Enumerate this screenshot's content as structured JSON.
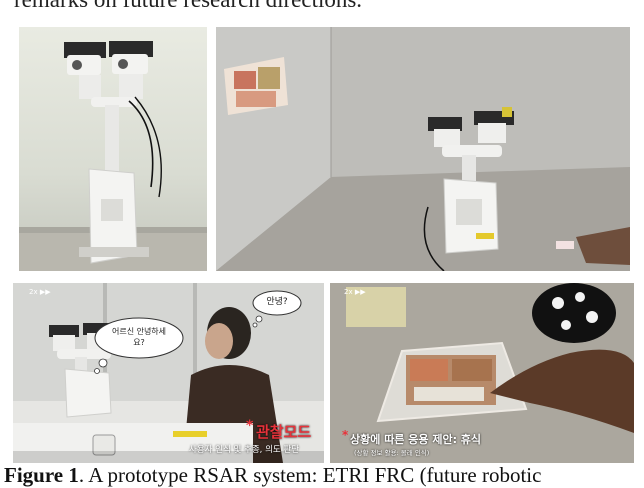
{
  "top_text": "remarks on future research directions.",
  "photos": {
    "bottom_left": {
      "playback_indicator": "2x ▶▶",
      "bubble_left": "어르신 안녕하세요?",
      "bubble_right": "안녕?",
      "mode_title": "관찰모드",
      "mode_subtitle": "사용자 인식 및 추종, 의도 판단",
      "asterisk": "*"
    },
    "bottom_right": {
      "playback_indicator": "2x ▶▶",
      "caption_main": "상황에 따른 응용 제안: 휴식",
      "caption_sub": "(상황 정보 활용: 몰래 인식)",
      "asterisk": "*"
    }
  },
  "caption": {
    "label": "Figure 1",
    "text": ". A prototype RSAR system: ETRI FRC (future robotic"
  },
  "colors": {
    "mode_title": "#e8323a",
    "overlay_text": "#ffffff",
    "asterisk": "#e8323a"
  }
}
